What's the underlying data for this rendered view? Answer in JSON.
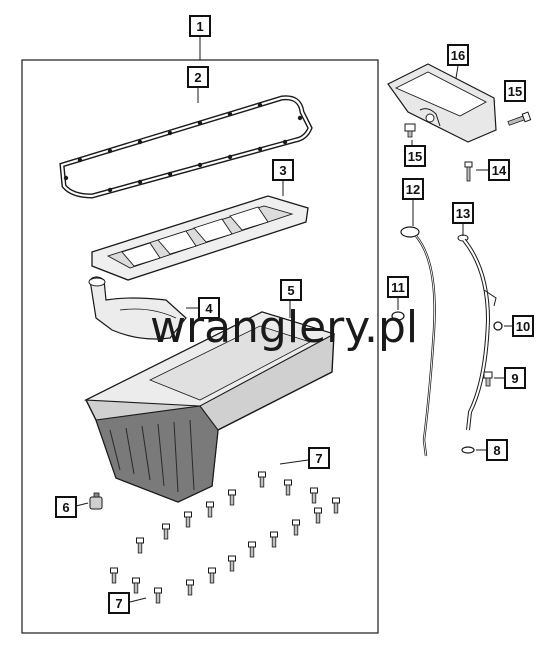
{
  "callouts": {
    "c1": "1",
    "c2": "2",
    "c3": "3",
    "c4": "4",
    "c5": "5",
    "c6": "6",
    "c7a": "7",
    "c7b": "7",
    "c8": "8",
    "c9": "9",
    "c10": "10",
    "c11": "11",
    "c12": "12",
    "c13": "13",
    "c14": "14",
    "c15a": "15",
    "c15b": "15",
    "c16": "16"
  },
  "watermark": "wranglery.pl",
  "colors": {
    "line": "#1a1a1a",
    "fill_light": "#ececec",
    "fill_mid": "#c9c9c9",
    "fill_dark": "#6d6d6d"
  }
}
